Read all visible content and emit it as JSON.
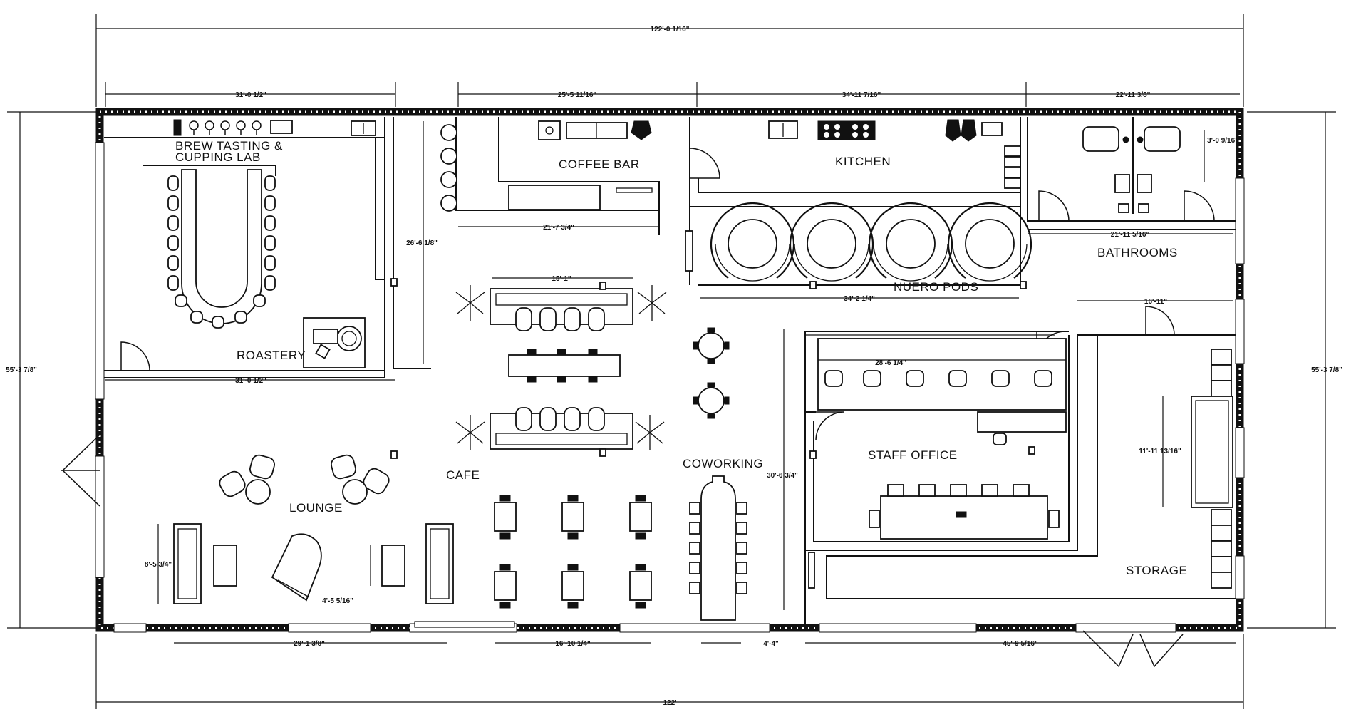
{
  "plan": {
    "rooms": {
      "brew_lab": [
        "BREW TASTING &",
        "CUPPING LAB"
      ],
      "roastery": "ROASTERY",
      "coffee_bar": "COFFEE BAR",
      "kitchen": "KITCHEN",
      "nuero_pods": "NUERO PODS",
      "bathrooms": "BATHROOMS",
      "cafe": "CAFE",
      "coworking": "COWORKING",
      "staff_office": "STAFF OFFICE",
      "lounge": "LOUNGE",
      "storage": "STORAGE"
    },
    "dimensions": {
      "overall_top": "122'-0 1/16\"",
      "overall_bottom": "122'",
      "left_height": "55'-3 7/8\"",
      "right_height": "55'-3 7/8\"",
      "brew_lab_width": "31'-0 1/2\"",
      "roastery_width": "31'-0 1/2\"",
      "coffee_bar_width": "25'-5 11/16\"",
      "coffee_bar_counter": "21'-7 3/4\"",
      "kitchen_width": "34'-11 7/16\"",
      "bathrooms_width": "22'-11 3/8\"",
      "bathrooms_inner": "21'-11 5/16\"",
      "bathroom_stall": "3'-0 9/16\"",
      "nuero_pods_width": "34'-2 1/4\"",
      "cafe_bench": "15'-1\"",
      "cafe_height": "26'-6 1/8\"",
      "staff_counter": "28'-6 1/4\"",
      "storage_top": "16'-11\"",
      "storage_shelf": "11'-11 13/16\"",
      "office_height": "30'-6 3/4\"",
      "lounge_sofa": "8'-5 3/4\"",
      "lounge_table": "4'-5 5/16\"",
      "lounge_width": "29'-1 3/8\"",
      "cafe_tables": "16'-10 1/4\"",
      "cowork_table": "4'-4\"",
      "storage_width": "45'-9 5/16\""
    }
  }
}
